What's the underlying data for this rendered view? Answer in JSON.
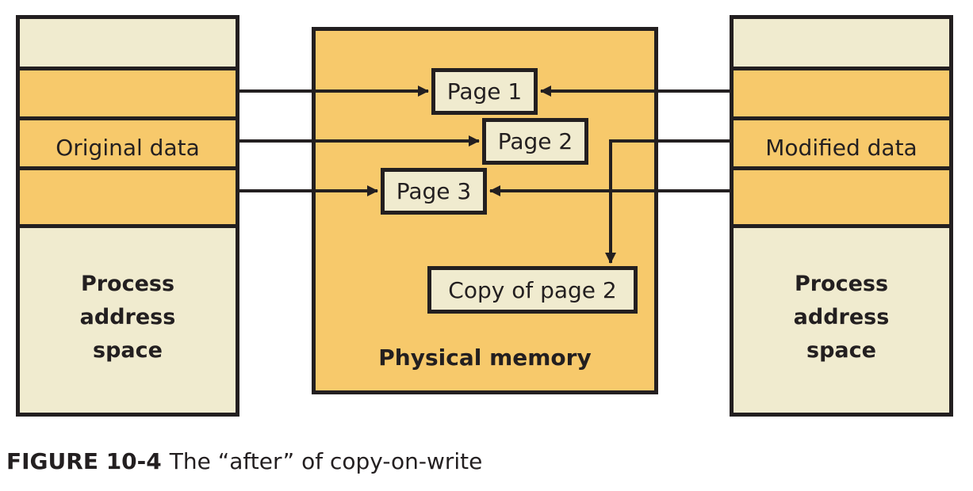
{
  "left_process": {
    "highlighted_label": "Original data",
    "title_lines": [
      "Process",
      "address",
      "space"
    ]
  },
  "right_process": {
    "highlighted_label": "Modified data",
    "title_lines": [
      "Process",
      "address",
      "space"
    ]
  },
  "physical_memory": {
    "title": "Physical memory",
    "pages": [
      "Page 1",
      "Page 2",
      "Page 3"
    ],
    "copy_page": "Copy of page 2"
  },
  "caption": {
    "figure_number": "FIGURE 10-4",
    "text": "The “after” of copy-on-write"
  },
  "colors": {
    "band": "#f7c96b",
    "pale": "#f0ebcf",
    "stroke": "#231f20"
  }
}
